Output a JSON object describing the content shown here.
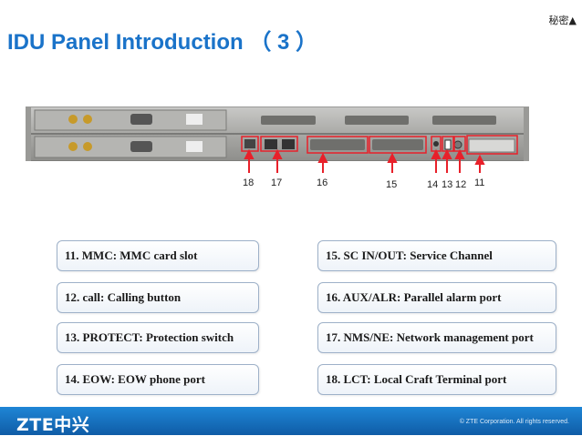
{
  "header": {
    "secret_label": "秘密▲",
    "title": "IDU Panel Introduction （ 3 ）"
  },
  "callouts": [
    "18",
    "17",
    "16",
    "15",
    "14",
    "13",
    "12",
    "11"
  ],
  "items_left": [
    "11. MMC: MMC card slot",
    "12. call: Calling button",
    "13. PROTECT: Protection switch",
    "14. EOW: EOW phone port"
  ],
  "items_right": [
    "15. SC IN/OUT: Service Channel",
    "16. AUX/ALR: Parallel alarm port",
    "17. NMS/NE: Network management port",
    "18. LCT: Local Craft Terminal port"
  ],
  "footer": {
    "logo": "ZTE中兴",
    "copyright": "© ZTE Corporation. All rights reserved."
  },
  "colors": {
    "title": "#1a73c9",
    "accent_red": "#e8202a",
    "footer": "#1f86d6"
  }
}
